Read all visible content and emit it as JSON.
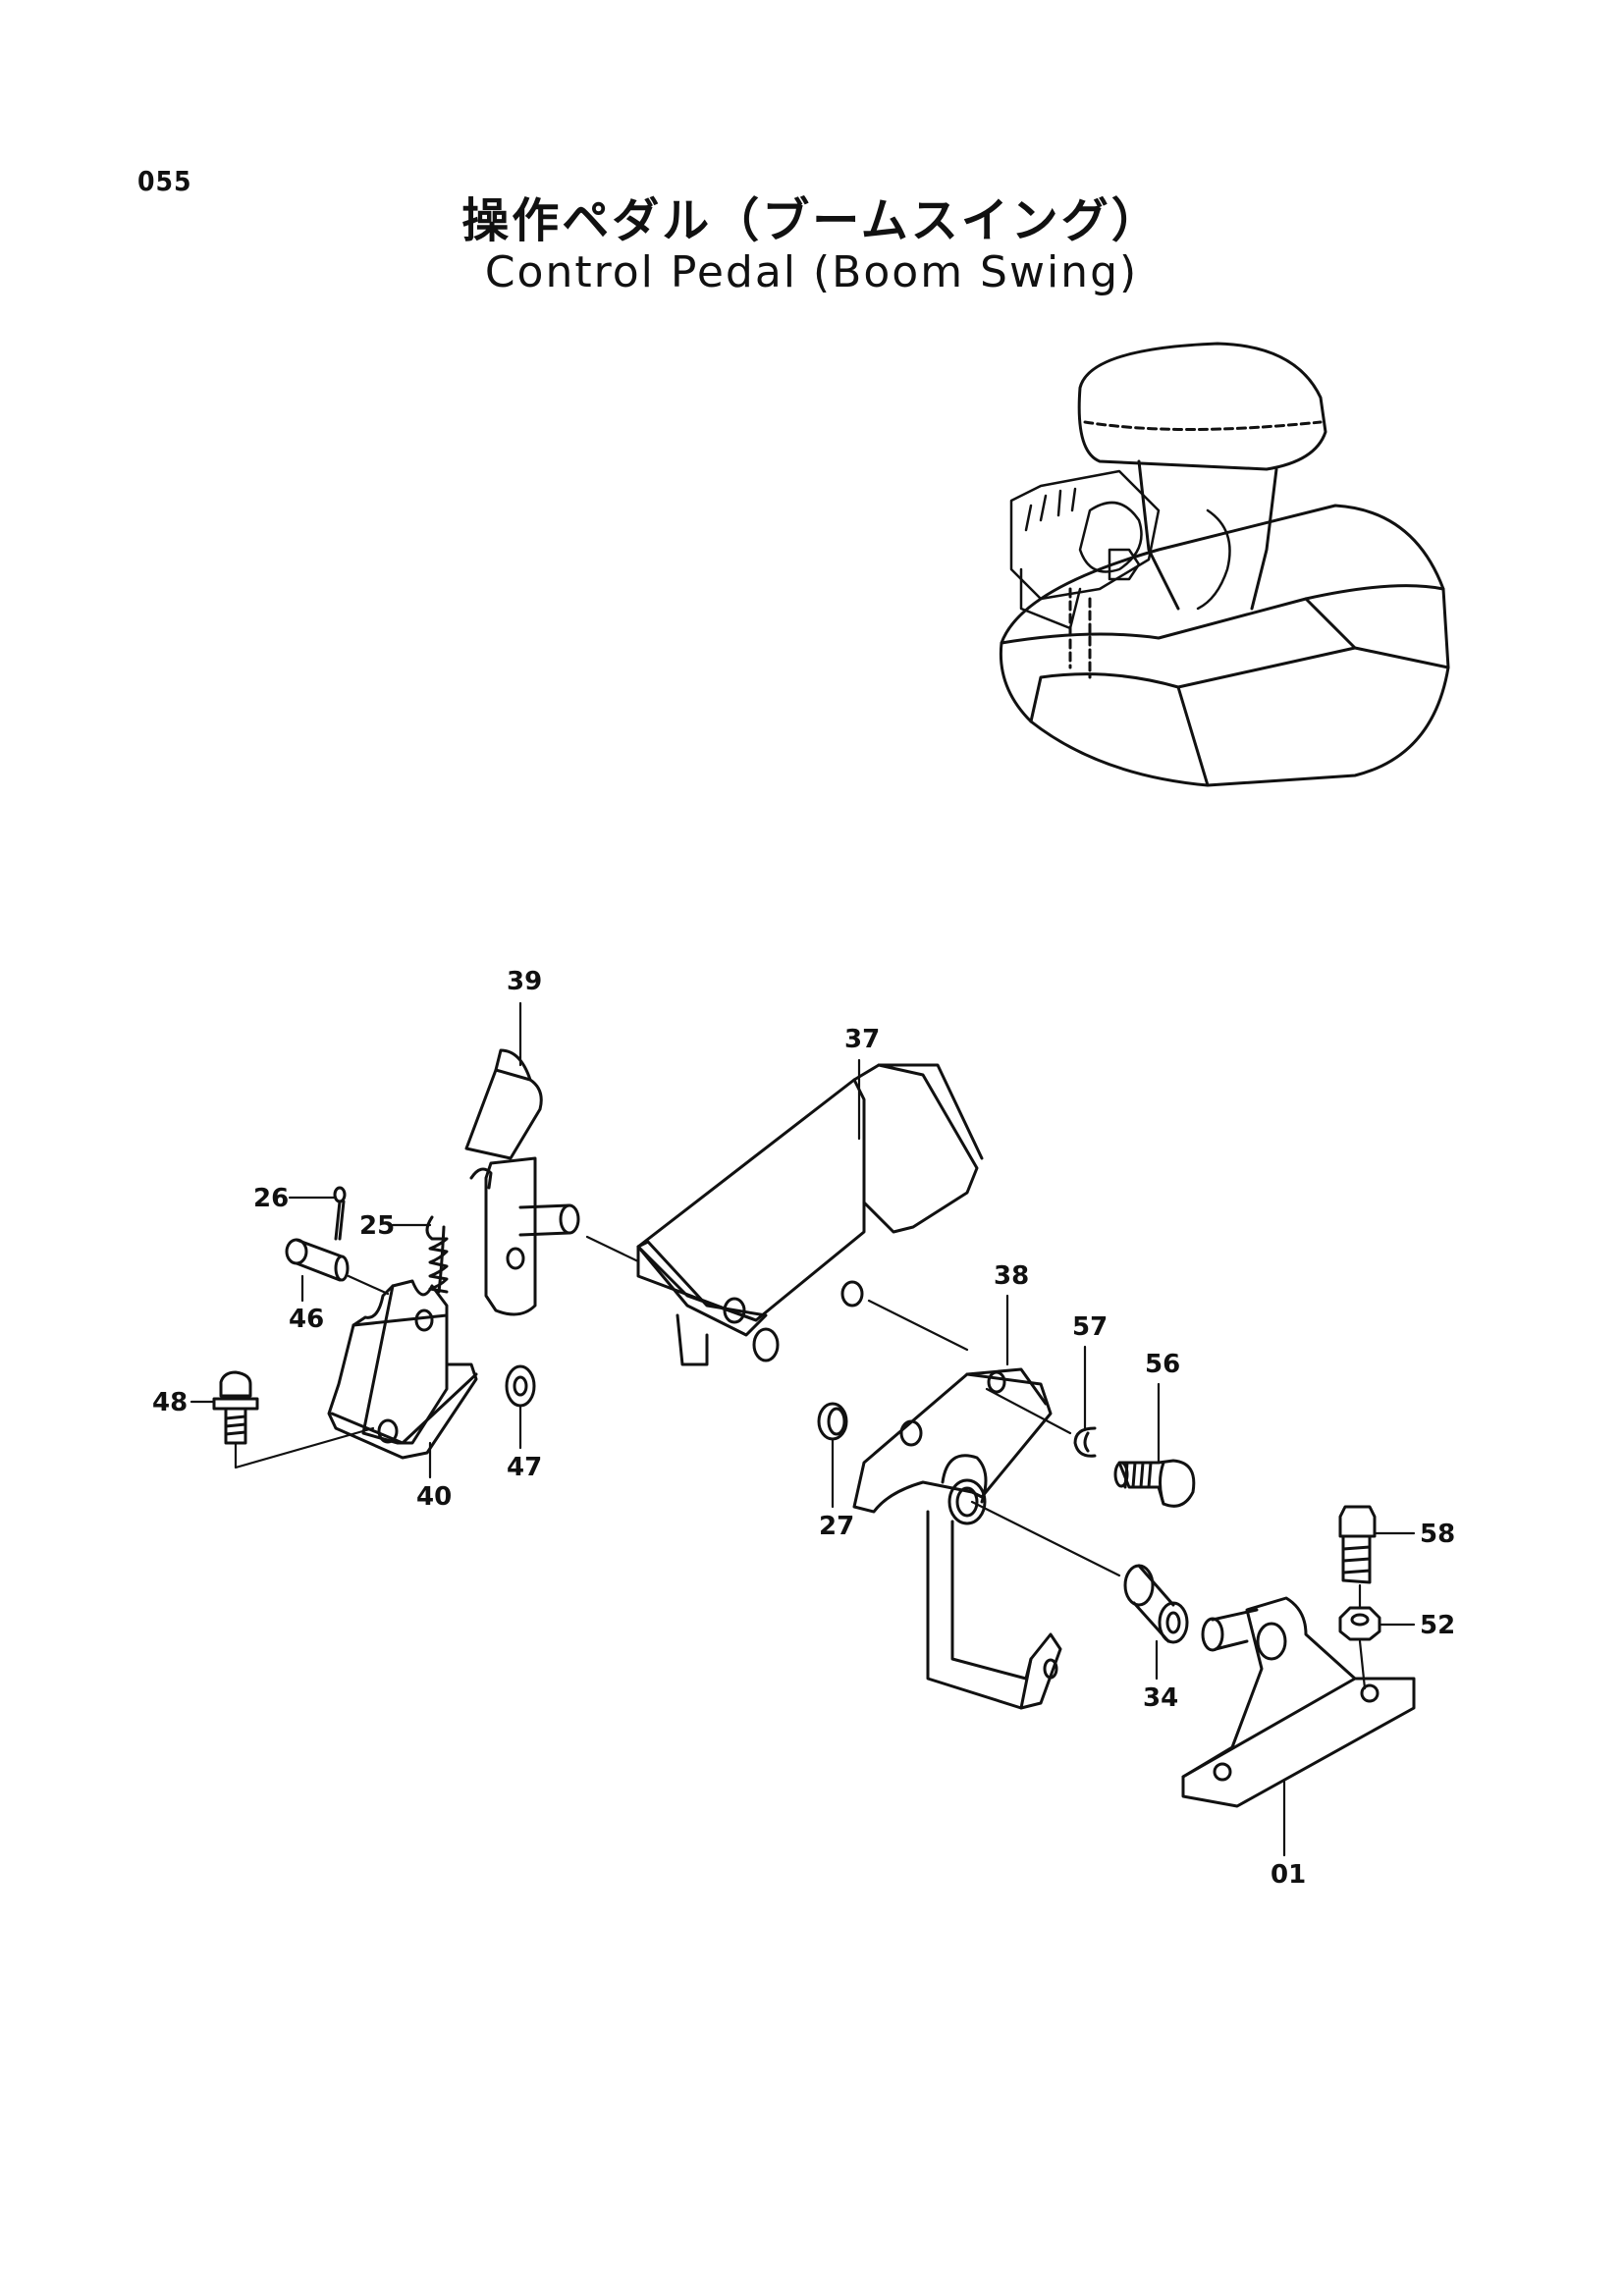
{
  "page_number": "055",
  "title_jp": "操作ペダル（ブームスイング）",
  "title_en": "Control Pedal (Boom Swing)",
  "callouts": [
    {
      "id": "39",
      "label": "39"
    },
    {
      "id": "37",
      "label": "37"
    },
    {
      "id": "26",
      "label": "26"
    },
    {
      "id": "25",
      "label": "25"
    },
    {
      "id": "46",
      "label": "46"
    },
    {
      "id": "38",
      "label": "38"
    },
    {
      "id": "57",
      "label": "57"
    },
    {
      "id": "56",
      "label": "56"
    },
    {
      "id": "48",
      "label": "48"
    },
    {
      "id": "47",
      "label": "47"
    },
    {
      "id": "40",
      "label": "40"
    },
    {
      "id": "27",
      "label": "27"
    },
    {
      "id": "58",
      "label": "58"
    },
    {
      "id": "52",
      "label": "52"
    },
    {
      "id": "34",
      "label": "34"
    },
    {
      "id": "01",
      "label": "01"
    }
  ]
}
